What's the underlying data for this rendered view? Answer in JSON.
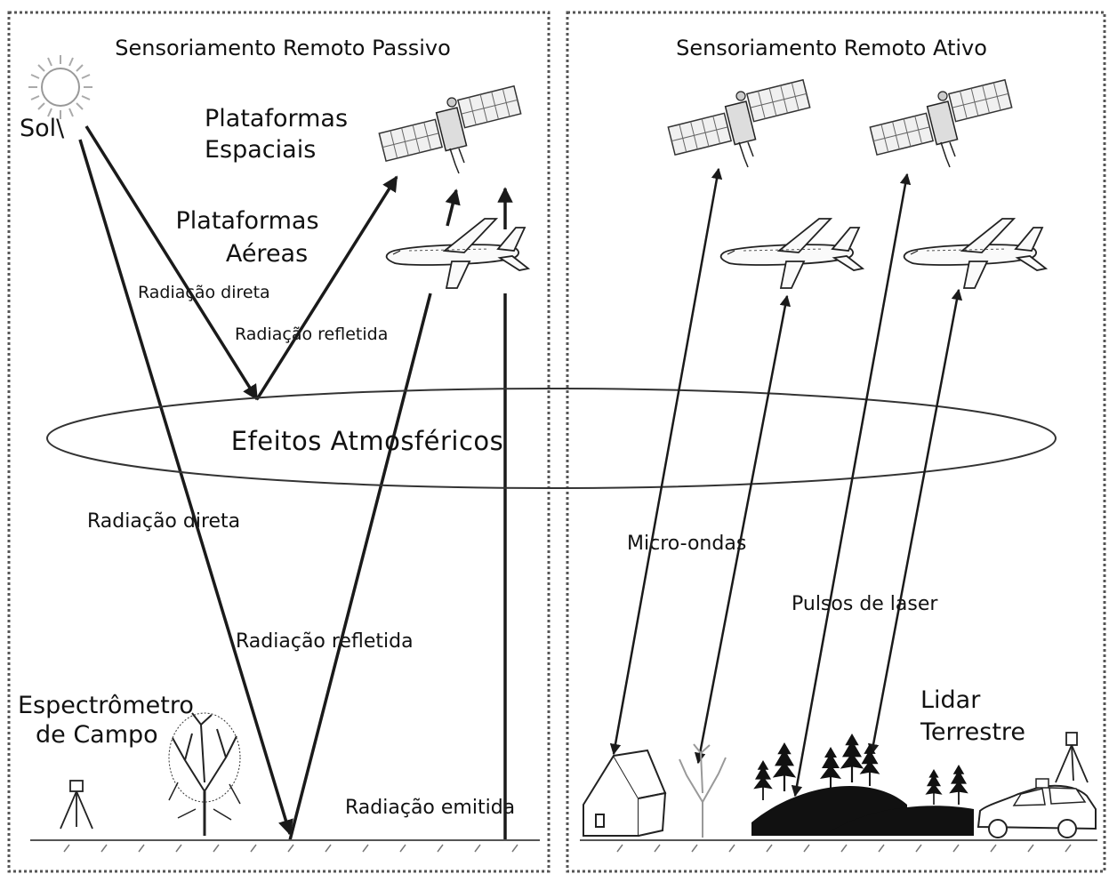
{
  "panels": {
    "passive": {
      "title": "Sensoriamento Remoto Passivo",
      "sun_label": "Sol\\",
      "space_platforms": [
        "Plataformas",
        "Espaciais"
      ],
      "air_platforms": [
        "Plataformas",
        "Aéreas"
      ],
      "direct_radiation_upper": "Radiação direta",
      "reflected_radiation_upper": "Radiação refletida",
      "direct_radiation_lower": "Radiação direta",
      "reflected_radiation_lower": "Radiação refletida",
      "emitted_radiation": "Radiação emitida",
      "field_spectrometer": [
        "Espectrômetro",
        "de Campo"
      ]
    },
    "active": {
      "title": "Sensoriamento Remoto Ativo",
      "microwaves": "Micro-ondas",
      "laser_pulses": "Pulsos de laser",
      "terrestrial_lidar": [
        "Lidar",
        "Terrestre"
      ]
    }
  },
  "atmosphere_label": "Efeitos Atmosféricos"
}
